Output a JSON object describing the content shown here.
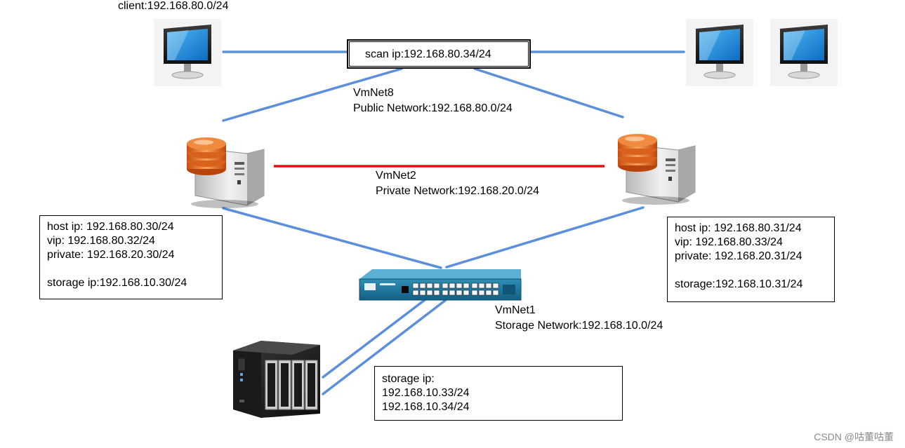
{
  "client_label": "client:192.168.80.0/24",
  "scan_ip": "scan ip:192.168.80.34/24",
  "vmnet8": {
    "name": "VmNet8",
    "network": "Public Network:192.168.80.0/24"
  },
  "vmnet2": {
    "name": "VmNet2",
    "network": "Private Network:192.168.20.0/24"
  },
  "vmnet1": {
    "name": "VmNet1",
    "network": "Storage Network:192.168.10.0/24"
  },
  "node1": {
    "lines": [
      "host ip: 192.168.80.30/24",
      "vip: 192.168.80.32/24",
      "private: 192.168.20.30/24",
      "",
      "storage ip:192.168.10.30/24"
    ]
  },
  "node2": {
    "lines": [
      "host ip: 192.168.80.31/24",
      "vip: 192.168.80.33/24",
      "private: 192.168.20.31/24",
      "",
      "storage:192.168.10.31/24"
    ]
  },
  "storage": {
    "lines": [
      "storage ip:",
      "192.168.10.33/24",
      "192.168.10.34/24"
    ]
  },
  "watermark": "CSDN @咕董咕董",
  "colors": {
    "public_link": "#5b8fdc",
    "private_link": "#e01010",
    "storage_link": "#5b8fdc"
  },
  "icons": [
    "monitor-icon",
    "database-server-icon",
    "network-switch-icon",
    "nas-storage-icon"
  ]
}
